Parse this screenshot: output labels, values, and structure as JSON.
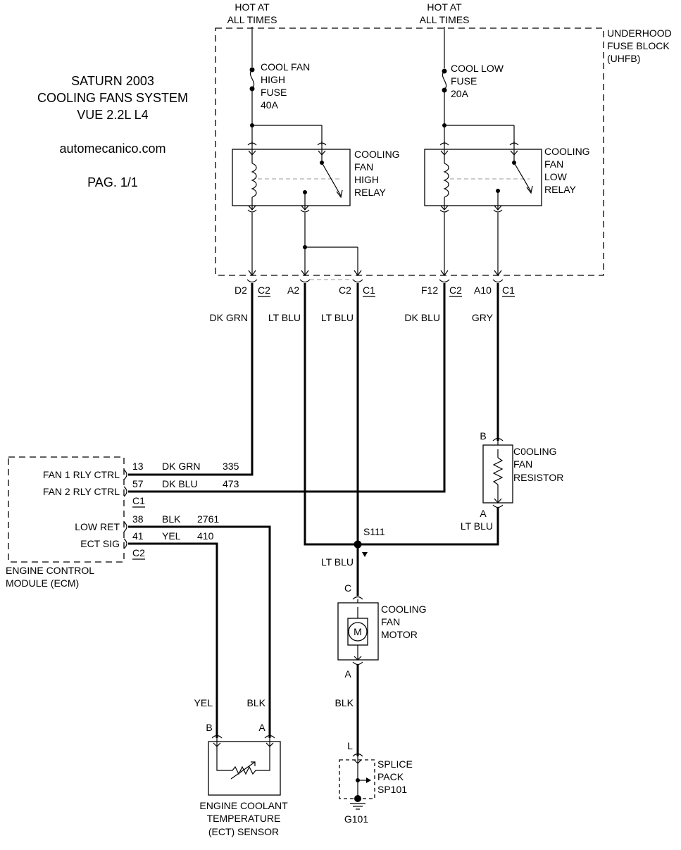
{
  "title": {
    "line1": "SATURN 2003",
    "line2": "COOLING FANS SYSTEM",
    "line3": "VUE 2.2L L4",
    "website": "automecanico.com",
    "page": "PAG. 1/1"
  },
  "power": {
    "left_hot": [
      "HOT AT",
      "ALL TIMES"
    ],
    "right_hot": [
      "HOT AT",
      "ALL TIMES"
    ]
  },
  "uhfb": [
    "UNDERHOOD",
    "FUSE BLOCK",
    "(UHFB)"
  ],
  "fuses": {
    "high": [
      "COOL FAN",
      "HIGH",
      "FUSE",
      "40A"
    ],
    "low": [
      "COOL LOW",
      "FUSE",
      "20A"
    ]
  },
  "relays": {
    "high": [
      "COOLING",
      "FAN",
      "HIGH",
      "RELAY"
    ],
    "low": [
      "COOLING",
      "FAN",
      "LOW",
      "RELAY"
    ]
  },
  "uhfb_connectors": {
    "d2": "D2",
    "d2_c": "C2",
    "a2": "A2",
    "c2": "C2",
    "c2_c": "C1",
    "f12": "F12",
    "f12_c": "C2",
    "a10": "A10",
    "a10_c": "C1"
  },
  "wire_colors": {
    "dk_grn": "DK GRN",
    "lt_blu_1": "LT BLU",
    "lt_blu_2": "LT BLU",
    "dk_blu": "DK BLU",
    "gry": "GRY",
    "lt_blu_res": "LT BLU",
    "lt_blu_motor": "LT BLU",
    "blk_motor": "BLK",
    "yel_ect": "YEL",
    "blk_ect": "BLK"
  },
  "resistor": {
    "label": [
      "C0OLING",
      "FAN",
      "RESISTOR"
    ],
    "pin_top": "B",
    "pin_bottom": "A"
  },
  "splice_s111": "S111",
  "motor": {
    "label": [
      "COOLING",
      "FAN",
      "MOTOR"
    ],
    "symbol": "M",
    "pin_top": "C",
    "pin_bottom": "A"
  },
  "splice_pack": {
    "label": [
      "SPLICE",
      "PACK",
      "SP101"
    ],
    "pin": "L",
    "ground": "G101"
  },
  "ecm": {
    "pins": [
      {
        "name": "FAN 1 RLY CTRL",
        "pin": "13",
        "color": "DK GRN",
        "circuit": "335"
      },
      {
        "name": "FAN 2 RLY CTRL",
        "pin": "57",
        "color": "DK BLU",
        "circuit": "473"
      },
      {
        "name": "LOW RET",
        "pin": "38",
        "color": "BLK",
        "circuit": "2761"
      },
      {
        "name": "ECT SIG",
        "pin": "41",
        "color": "YEL",
        "circuit": "410"
      }
    ],
    "connector_c1": "C1",
    "connector_c2": "C2",
    "label": [
      "ENGINE CONTROL",
      "MODULE (ECM)"
    ]
  },
  "ect_sensor": {
    "pin_b": "B",
    "pin_a": "A",
    "label": [
      "ENGINE COOLANT",
      "TEMPERATURE",
      "(ECT) SENSOR"
    ]
  }
}
